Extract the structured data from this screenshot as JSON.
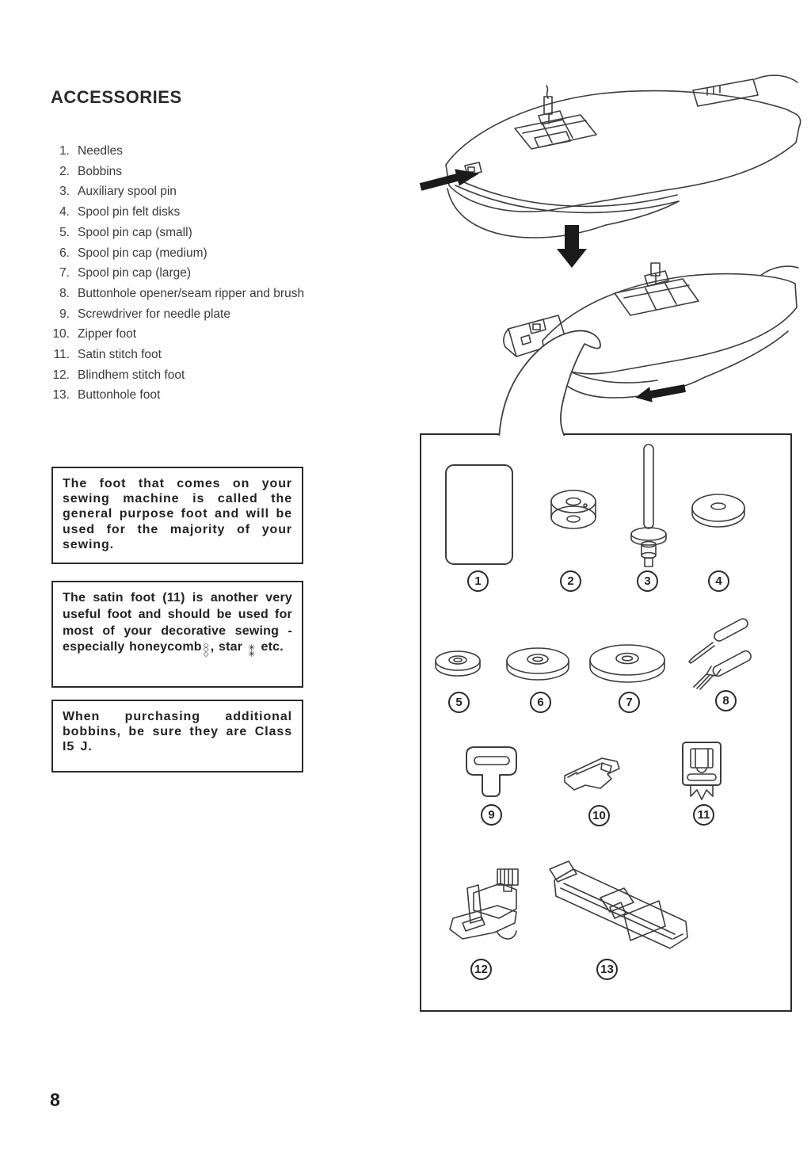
{
  "page": {
    "title": "ACCESSORIES",
    "page_number": "8"
  },
  "accessories_list": [
    {
      "num": "1.",
      "label": "Needles"
    },
    {
      "num": "2.",
      "label": "Bobbins"
    },
    {
      "num": "3.",
      "label": "Auxiliary spool pin"
    },
    {
      "num": "4.",
      "label": "Spool pin felt disks"
    },
    {
      "num": "5.",
      "label": "Spool pin cap (small)"
    },
    {
      "num": "6.",
      "label": "Spool pin cap (medium)"
    },
    {
      "num": "7.",
      "label": "Spool pin cap (large)"
    },
    {
      "num": "8.",
      "label": "Buttonhole opener/seam ripper and brush"
    },
    {
      "num": "9.",
      "label": "Screwdriver for needle plate"
    },
    {
      "num": "10.",
      "label": "Zipper foot"
    },
    {
      "num": "11.",
      "label": "Satin stitch foot"
    },
    {
      "num": "12.",
      "label": "Blindhem stitch foot"
    },
    {
      "num": "13.",
      "label": "Buttonhole foot"
    }
  ],
  "notes": {
    "general_purpose": {
      "text": "The foot that comes on your sewing machine is called the general purpose foot and will be used for the majority of your sewing."
    },
    "satin": {
      "part1": "The satin foot (11) is another very useful foot and should be used for most of your decorative sewing - especially honeycomb",
      "honeycomb_symbol": "◇◇◇",
      "part2": ", star",
      "star_symbol": "✳✳",
      "part3": "etc."
    },
    "bobbin_class": {
      "text": "When purchasing additional bobbins, be sure they are Class I5 J."
    }
  },
  "diagram": {
    "callouts": [
      {
        "num": "1",
        "item": "needle-pack"
      },
      {
        "num": "2",
        "item": "bobbin"
      },
      {
        "num": "3",
        "item": "auxiliary-spool-pin"
      },
      {
        "num": "4",
        "item": "spool-pin-felt-disk"
      },
      {
        "num": "5",
        "item": "spool-pin-cap-small"
      },
      {
        "num": "6",
        "item": "spool-pin-cap-medium"
      },
      {
        "num": "7",
        "item": "spool-pin-cap-large"
      },
      {
        "num": "8",
        "item": "buttonhole-opener-seam-ripper-and-brush"
      },
      {
        "num": "9",
        "item": "screwdriver-for-needle-plate"
      },
      {
        "num": "10",
        "item": "zipper-foot"
      },
      {
        "num": "11",
        "item": "satin-stitch-foot"
      },
      {
        "num": "12",
        "item": "blindhem-stitch-foot"
      },
      {
        "num": "13",
        "item": "buttonhole-foot"
      }
    ]
  },
  "colors": {
    "ink": "#2b2b2b",
    "line_art": "#3d3d3d",
    "paper": "#ffffff"
  }
}
